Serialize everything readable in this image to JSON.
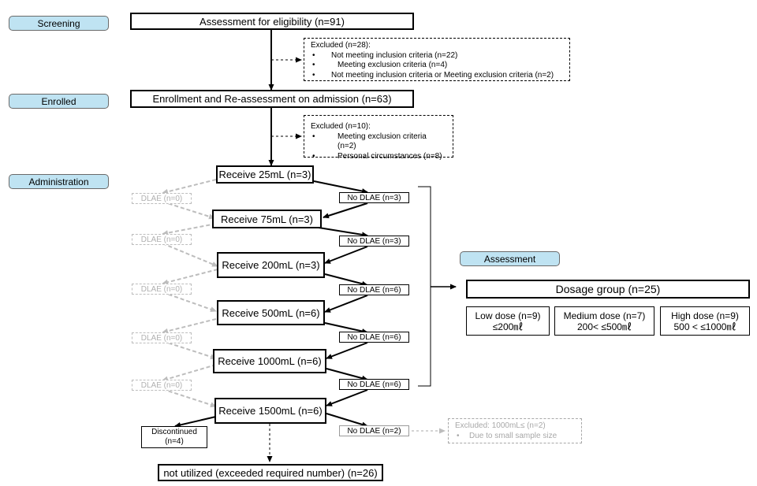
{
  "stages": {
    "screening": "Screening",
    "enrolled": "Enrolled",
    "administration": "Administration",
    "assessment": "Assessment"
  },
  "eligibility": "Assessment for eligibility (n=91)",
  "excluded1": {
    "title": "Excluded (n=28):",
    "items": [
      "Not meeting inclusion criteria (n=22)",
      "Meeting exclusion criteria (n=4)",
      "Not meeting inclusion criteria  or  Meeting exclusion criteria (n=2)"
    ]
  },
  "enrollment": "Enrollment and Re-assessment on admission (n=63)",
  "excluded2": {
    "title": "Excluded (n=10):",
    "items": [
      "Meeting exclusion criteria (n=2)",
      "Personal circumstances (n=8)"
    ]
  },
  "doses": [
    "Receive 25mL (n=3)",
    "Receive 75mL (n=3)",
    "Receive 200mL (n=3)",
    "Receive 500mL (n=6)",
    "Receive 1000mL (n=6)",
    "Receive 1500mL (n=6)"
  ],
  "dlae": [
    "DLAE (n=0)",
    "DLAE (n=0)",
    "DLAE (n=0)",
    "DLAE (n=0)",
    "DLAE (n=0)"
  ],
  "no_dlae": [
    "No DLAE (n=3)",
    "No DLAE (n=3)",
    "No DLAE (n=6)",
    "No DLAE (n=6)",
    "No DLAE (n=6)",
    "No DLAE (n=2)"
  ],
  "discontinued": [
    "Discontinued",
    "(n=4)"
  ],
  "excluded3": {
    "title": "Excluded: 1000mL≤ (n=2)",
    "items": [
      "Due to small sample size"
    ]
  },
  "not_utilized": "not utilized (exceeded required number) (n=26)",
  "dosage_group": {
    "title": "Dosage group (n=25)",
    "groups": [
      {
        "name": "Low dose (n=9)",
        "range": "≤200㎖"
      },
      {
        "name": "Medium dose (n=7)",
        "range": "200<  ≤500㎖"
      },
      {
        "name": "High dose (n=9)",
        "range": "500 <  ≤1000㎖"
      }
    ]
  },
  "colors": {
    "stage_fill": "#bfe3f2",
    "dlae_gray": "#bdbdbd"
  }
}
